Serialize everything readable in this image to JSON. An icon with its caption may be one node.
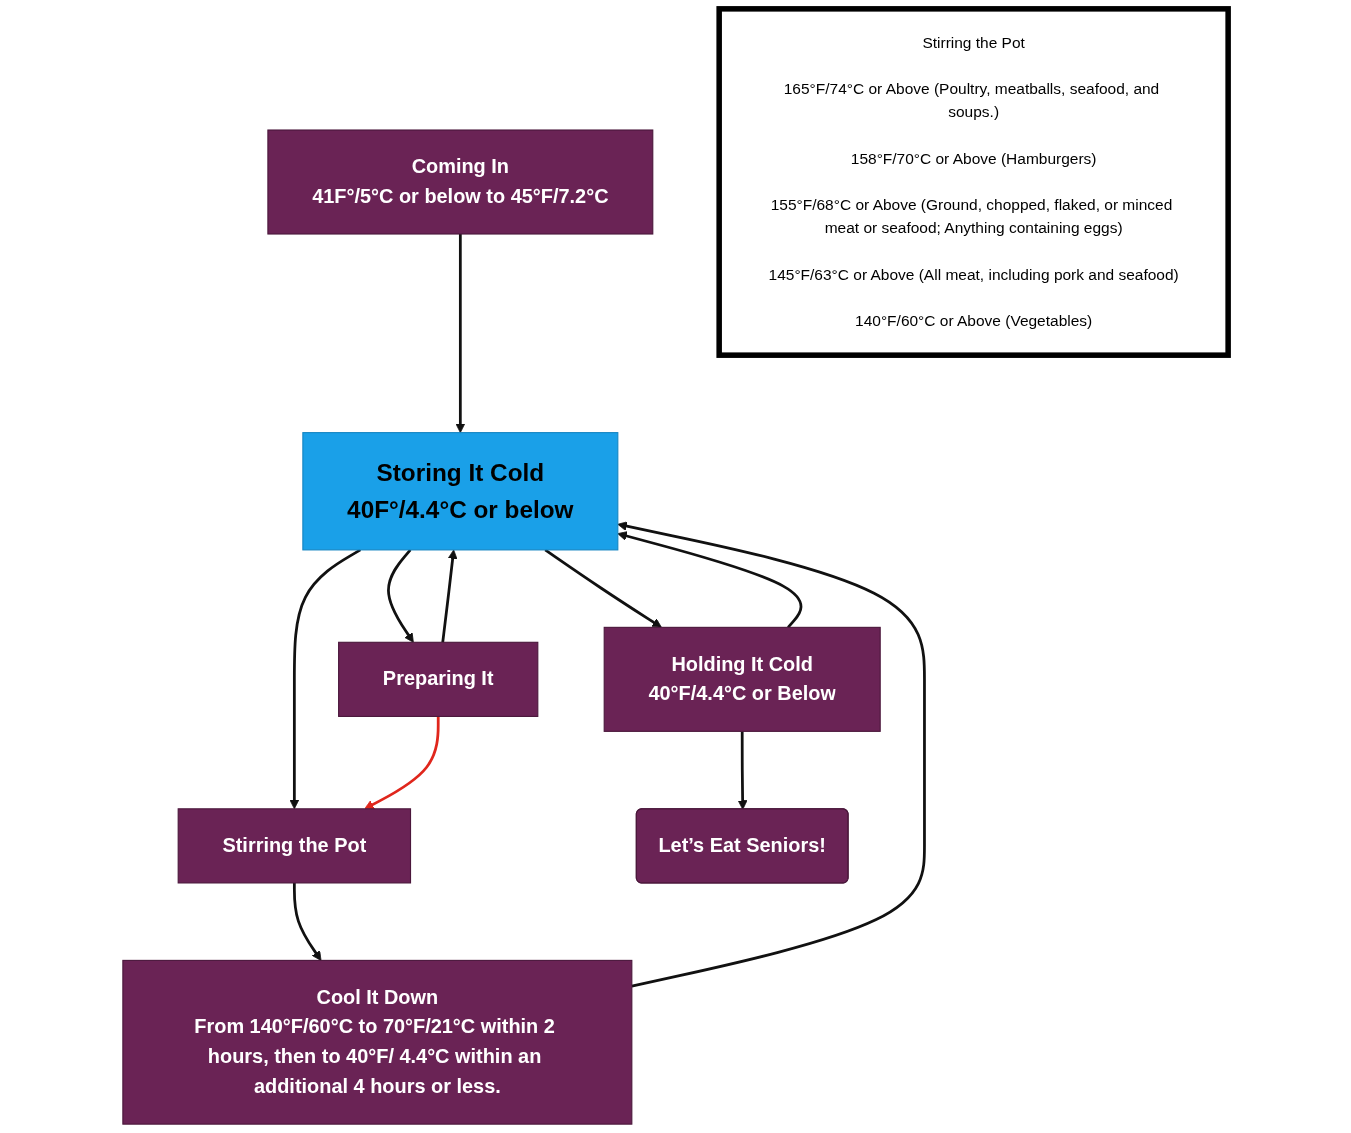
{
  "diagram": {
    "nodes": [
      {
        "text": [
          "Coming In",
          "41F°/5°C or below to 45°F/7.2°C"
        ]
      },
      {
        "text": [
          "Cool It Down",
          "From 140°F/60°C to 70°F/21°C within 2 hours, then to 40°F/ 4.4°C within an additional 4 hours or less."
        ]
      },
      {
        "text": [
          "Storing It Cold",
          "40F°/4.4°C or below"
        ]
      },
      {
        "text": [
          "Stirring the Pot"
        ]
      },
      {
        "text": [
          "Preparing It"
        ]
      },
      {
        "text": [
          "Holding It Cold",
          "40°F/4.4°C or Below"
        ]
      },
      {
        "text": [
          "Let’s Eat Seniors!"
        ]
      },
      {
        "text": [
          "Stirring the Pot",
          "165°F/74°C or Above (Poultry, meatballs, seafood, and soups.)",
          "158°F/70°C or Above (Hamburgers)",
          "155°F/68°C or Above (Ground, chopped, flaked, or minced meat or seafood; Anything containing eggs)",
          "145°F/63°C or Above (All meat, including pork and seafood)",
          "140°F/60°C or Above (Vegetables)"
        ]
      }
    ],
    "edges": [
      {
        "from": 0,
        "to": 2,
        "arrow": "to"
      },
      {
        "from": 1,
        "to": 2,
        "arrow": "to"
      },
      {
        "from": 2,
        "to": 3,
        "arrow": "to"
      },
      {
        "from": 3,
        "to": 1,
        "arrow": "to"
      },
      {
        "from": 2,
        "to": 4,
        "arrow": "to"
      },
      {
        "from": 4,
        "to": 2,
        "arrow": "to"
      },
      {
        "from": 2,
        "to": 5,
        "arrow": "to"
      },
      {
        "from": 5,
        "to": 2,
        "arrow": "to"
      },
      {
        "from": 4,
        "to": 3,
        "arrow": "to",
        "color": "#e0261c"
      },
      {
        "from": 5,
        "to": 6,
        "arrow": "to"
      }
    ]
  }
}
